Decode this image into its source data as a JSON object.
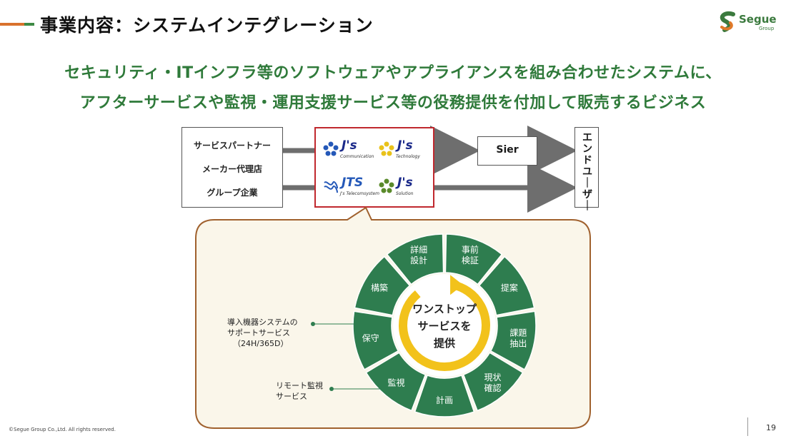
{
  "slide": {
    "title": "事業内容：システムインテグレーション",
    "logo_word": "Segue",
    "logo_sub": "Group",
    "headline_line1": "セキュリティ・ITインフラ等のソフトウェアやアプライアンスを組み合わせたシステムに、",
    "headline_line2": "アフターサービスや監視・運用支援サービス等の役務提供を付加して販売するビジネス",
    "footer": "©Segue Group Co.,Ltd. All rights reserved.",
    "page_number": "19"
  },
  "flow": {
    "partners": [
      "サービスパートナー",
      "メーカー代理店",
      "グループ企業"
    ],
    "companies": [
      {
        "name": "J's",
        "sub": "Communication",
        "icon": "blue-flower-icon"
      },
      {
        "name": "J's",
        "sub": "Technology",
        "icon": "yellow-flower-icon"
      },
      {
        "name": "JTS",
        "sub": "J's Telecomsystem",
        "icon": "blue-wave-icon"
      },
      {
        "name": "J's",
        "sub": "Solution",
        "icon": "green-flower-icon"
      }
    ],
    "sier": "Sier",
    "end_user": "エンドユーザー"
  },
  "cycle": {
    "center_lines": [
      "ワンストップ",
      "サービスを",
      "提供"
    ],
    "segments": [
      "事前\n検証",
      "提案",
      "課題\n抽出",
      "現状\n確認",
      "計画",
      "監視",
      "保守",
      "構築",
      "詳細\n設計"
    ]
  },
  "notes": {
    "support_lines": [
      "導入機器システムの",
      "サポートサービス",
      "（24H/365D）"
    ],
    "remote_lines": [
      "リモート監視",
      "サービス"
    ]
  },
  "colors": {
    "title_accent": "#d9722c",
    "headline_green": "#2f7a3a",
    "highlight_red": "#c0282e",
    "segment_green": "#2e7d4f",
    "arrow_yellow": "#f2c21b",
    "callout_fill": "#faf6ea",
    "callout_border": "#a0612e"
  }
}
